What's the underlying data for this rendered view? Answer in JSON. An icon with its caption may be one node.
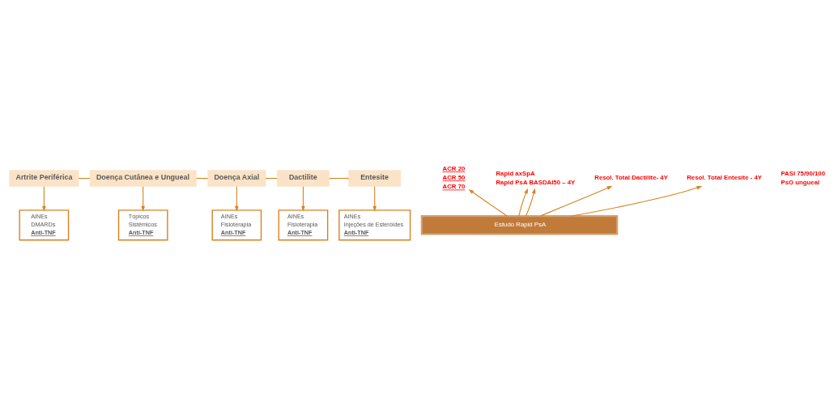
{
  "diagram": {
    "nodes": [
      {
        "text": [
          "Artrite Periférica"
        ]
      },
      {
        "text": [
          "Doença Cutânea e Ungueal"
        ]
      },
      {
        "text": [
          "Doença Axial"
        ]
      },
      {
        "text": [
          "Dactilite"
        ]
      },
      {
        "text": [
          "Entesite"
        ]
      },
      {
        "text": [
          "AINEs",
          "DMARDs",
          "Anti-TNF"
        ]
      },
      {
        "text": [
          "Tópicos",
          "Sistêmicos",
          "Anti-TNF"
        ]
      },
      {
        "text": [
          "AINEs",
          "Fisioterapia",
          "Anti-TNF"
        ]
      },
      {
        "text": [
          "AINEs",
          "Fisioterapia",
          "Anti-TNF"
        ]
      },
      {
        "text": [
          "AINEs",
          "Injeções de Esteróides",
          "Anti-TNF"
        ]
      },
      {
        "text": [
          "ACR 20",
          "ACR 50",
          "ACR 70"
        ]
      },
      {
        "text": [
          "PASI 75/90/100",
          "PsO ungueal"
        ]
      },
      {
        "text": [
          "Rapid axSpA",
          "Rapid PsA BASDAI50 – 4Y"
        ]
      },
      {
        "text": [
          "Resol. Total Dactilite- 4Y"
        ]
      },
      {
        "text": [
          "Resol. Total Entesite - 4Y"
        ]
      },
      {
        "text": [
          "Estudo Rapid PsA"
        ]
      }
    ],
    "edges": [
      {
        "from": 0,
        "to": 1,
        "arrow": "none"
      },
      {
        "from": 1,
        "to": 2,
        "arrow": "none"
      },
      {
        "from": 2,
        "to": 3,
        "arrow": "none"
      },
      {
        "from": 3,
        "to": 4,
        "arrow": "none"
      },
      {
        "from": 0,
        "to": 5,
        "arrow": "to"
      },
      {
        "from": 1,
        "to": 6,
        "arrow": "to"
      },
      {
        "from": 2,
        "to": 7,
        "arrow": "to"
      },
      {
        "from": 3,
        "to": 8,
        "arrow": "to"
      },
      {
        "from": 4,
        "to": 9,
        "arrow": "to"
      },
      {
        "from": 15,
        "to": 10,
        "arrow": "to"
      },
      {
        "from": 15,
        "to": 12,
        "arrow": "to"
      },
      {
        "from": 15,
        "to": 12,
        "arrow": "to"
      },
      {
        "from": 15,
        "to": 13,
        "arrow": "to"
      },
      {
        "from": 15,
        "to": 14,
        "arrow": "to"
      }
    ]
  }
}
